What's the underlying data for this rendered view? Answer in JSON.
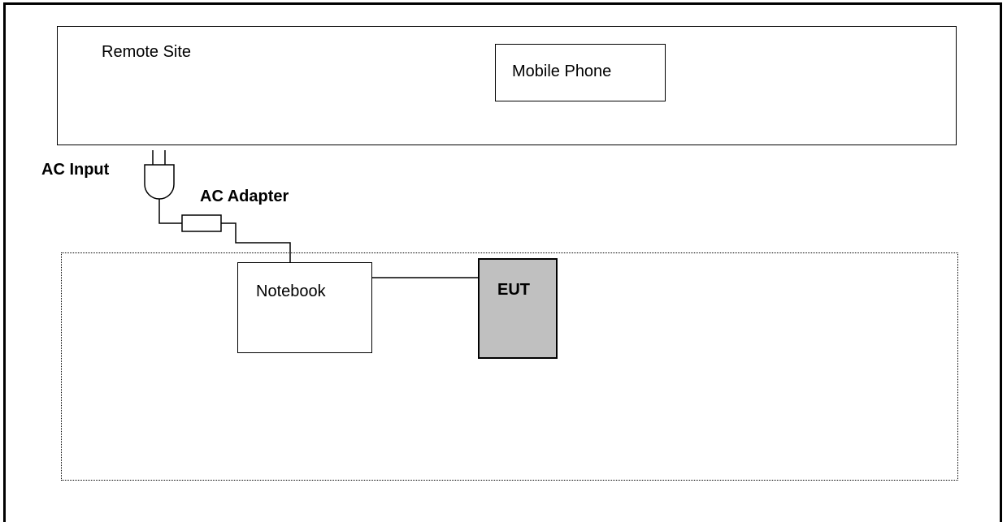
{
  "diagram": {
    "remote_site": {
      "label": "Remote Site"
    },
    "mobile_phone": {
      "label": "Mobile Phone"
    },
    "notebook": {
      "label": "Notebook"
    },
    "eut": {
      "label": "EUT",
      "fill_color": "#c0c0c0"
    },
    "ac_input": {
      "label": "AC Input"
    },
    "ac_adapter": {
      "label": "AC Adapter"
    },
    "connections": [
      {
        "from": "ac_input",
        "to": "ac_adapter"
      },
      {
        "from": "ac_adapter",
        "to": "notebook"
      },
      {
        "from": "notebook",
        "to": "eut"
      }
    ]
  }
}
